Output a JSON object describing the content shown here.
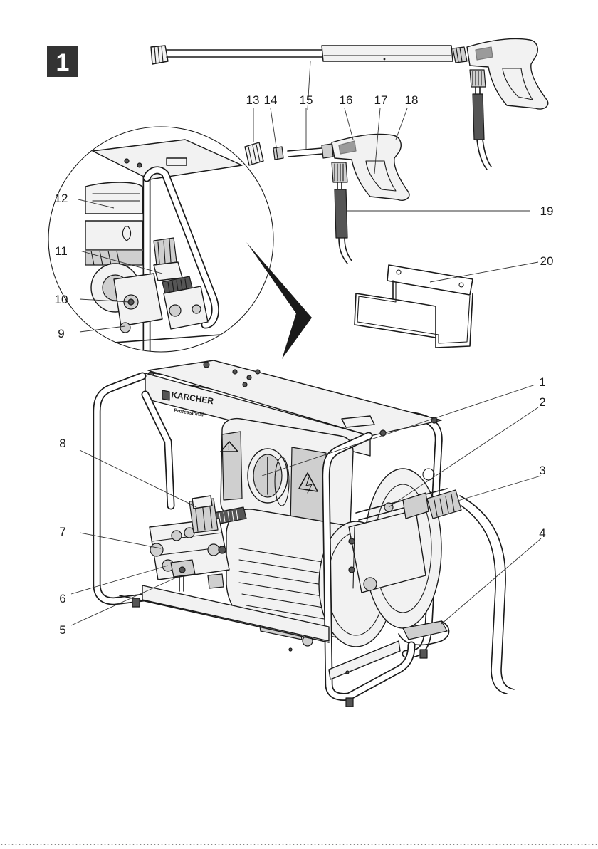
{
  "figure_label": "1",
  "callouts": [
    {
      "id": "1",
      "label": "1"
    },
    {
      "id": "2",
      "label": "2"
    },
    {
      "id": "3",
      "label": "3"
    },
    {
      "id": "4",
      "label": "4"
    },
    {
      "id": "5",
      "label": "5"
    },
    {
      "id": "6",
      "label": "6"
    },
    {
      "id": "7",
      "label": "7"
    },
    {
      "id": "8",
      "label": "8"
    },
    {
      "id": "9",
      "label": "9"
    },
    {
      "id": "10",
      "label": "10"
    },
    {
      "id": "11",
      "label": "11"
    },
    {
      "id": "12",
      "label": "12"
    },
    {
      "id": "13",
      "label": "13"
    },
    {
      "id": "14",
      "label": "14"
    },
    {
      "id": "15",
      "label": "15"
    },
    {
      "id": "16",
      "label": "16"
    },
    {
      "id": "17",
      "label": "17"
    },
    {
      "id": "18",
      "label": "18"
    },
    {
      "id": "19",
      "label": "19"
    },
    {
      "id": "20",
      "label": "20"
    }
  ],
  "brand_text": "KARCHER",
  "brand_subtext": "Professional",
  "colors": {
    "ink": "#1a1a1a",
    "badge": "#333333",
    "paper": "#ffffff"
  }
}
